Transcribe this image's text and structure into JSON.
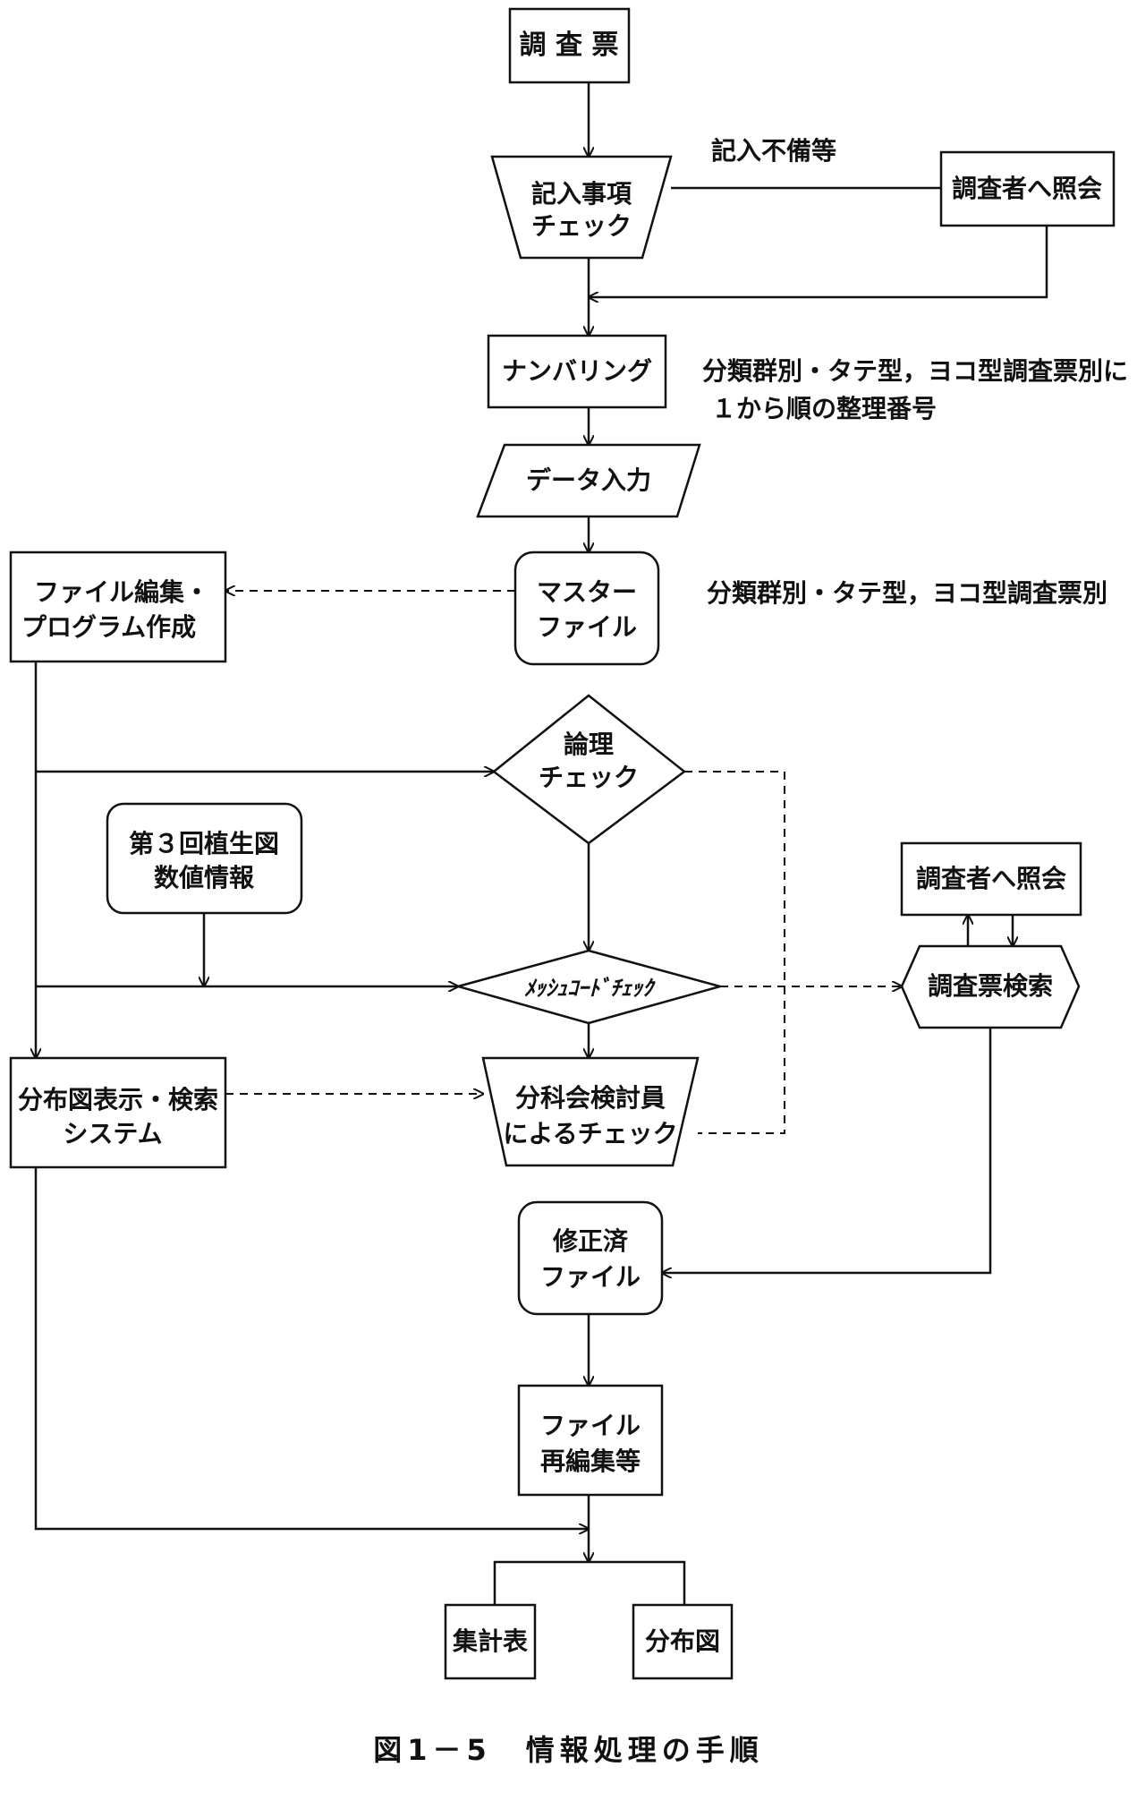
{
  "nodes": {
    "survey_form": "調 査 票",
    "entry_check_1": "記入事項",
    "entry_check_2": "チェック",
    "inquire_1": "調査者へ照会",
    "numbering": "ナンバリング",
    "data_input": "データ入力",
    "master_1": "マスター",
    "master_2": "ファイル",
    "file_edit_1": "ファイル編集・",
    "file_edit_2": "プログラム作成",
    "logic_1": "論理",
    "logic_2": "チェック",
    "veg_info_1": "第３回植生図",
    "veg_info_2": "数値情報",
    "inquire_2": "調査者へ照会",
    "mesh_check": "ﾒｯｼｭｺｰﾄﾞﾁｪｯｸ",
    "form_search": "調査票検索",
    "dist_system_1": "分布図表示・検索",
    "dist_system_2": "システム",
    "committee_1": "分科会検討員",
    "committee_2": "によるチェック",
    "corrected_1": "修正済",
    "corrected_2": "ファイル",
    "reedit_1": "ファイル",
    "reedit_2": "再編集等",
    "summary_table": "集計表",
    "distribution_map": "分布図"
  },
  "notes": {
    "incomplete": "記入不備等",
    "numbering_note_1": "分類群別・タテ型，ヨコ型調査票別に",
    "numbering_note_2": "１から順の整理番号",
    "master_note": "分類群別・タテ型，ヨコ型調査票別"
  },
  "caption": "図1－5　情報処理の手順",
  "colors": {
    "stroke": "#111111",
    "background": "#ffffff"
  }
}
